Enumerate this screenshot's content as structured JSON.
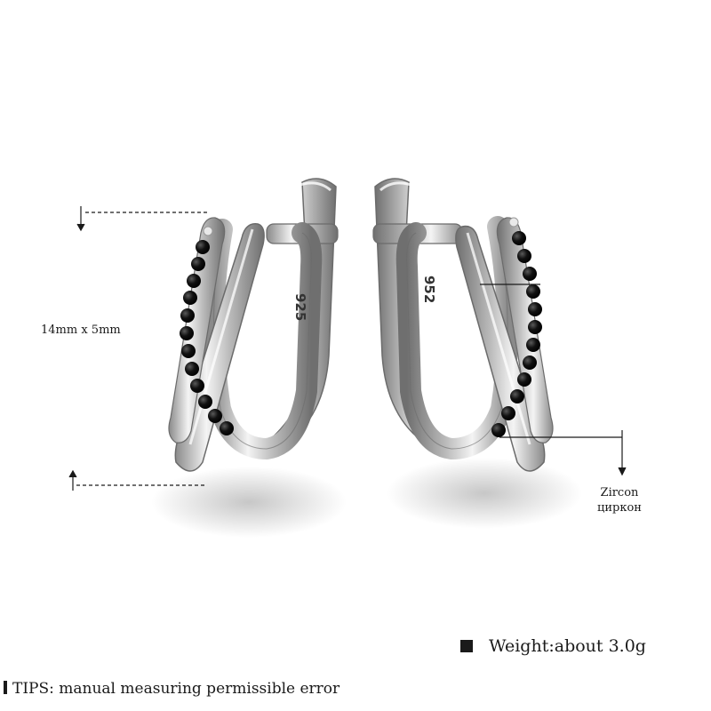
{
  "product": {
    "dimension_text": "14mm x 5mm",
    "stone_label": "Zircon",
    "stone_label_ru": "циркон",
    "stamp_text": "925",
    "stamp_text_mirrored": "952"
  },
  "weight": {
    "text": "Weight:about 3.0g"
  },
  "tips": {
    "text": "TIPS: manual measuring permissible error"
  },
  "colors": {
    "background": "#ffffff",
    "metal": "#c9c9c9",
    "stone": "#111111",
    "text": "#1a1a1a"
  }
}
